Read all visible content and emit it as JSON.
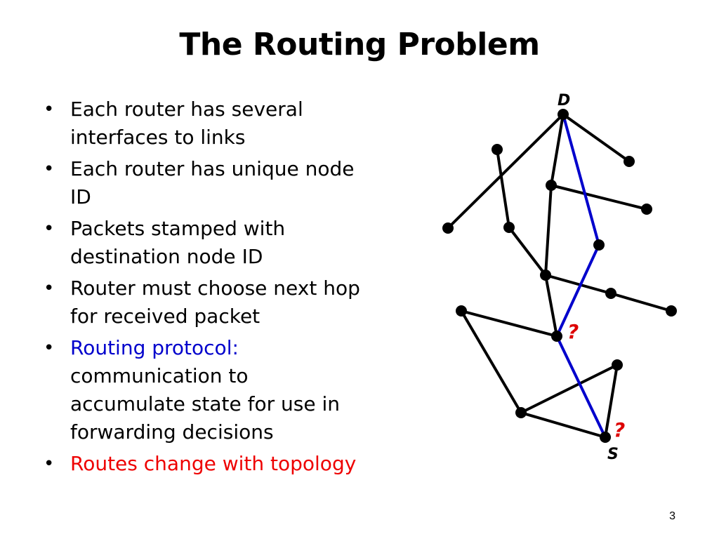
{
  "slide": {
    "title": "The Routing Problem",
    "page_number": "3"
  },
  "bullets": [
    {
      "lines": [
        "Each router has several",
        "interfaces to links"
      ]
    },
    {
      "lines": [
        "Each router has unique node",
        "ID"
      ]
    },
    {
      "lines": [
        "Packets stamped with",
        "destination node ID"
      ]
    },
    {
      "lines": [
        "Router must choose next hop",
        "for received packet"
      ]
    },
    {
      "accent": "Routing protocol:",
      "lines": [
        "communication to",
        "accumulate state for use in",
        "forwarding decisions"
      ]
    },
    {
      "lines": [
        "Routes change with topology"
      ],
      "color": "red"
    }
  ],
  "diagram": {
    "labels": {
      "destination": "D",
      "source": "S",
      "question_1": "?",
      "question_2": "?"
    },
    "colors": {
      "link": "#000000",
      "route": "#0000cc",
      "question": "#dd0000",
      "node": "#000000"
    }
  }
}
